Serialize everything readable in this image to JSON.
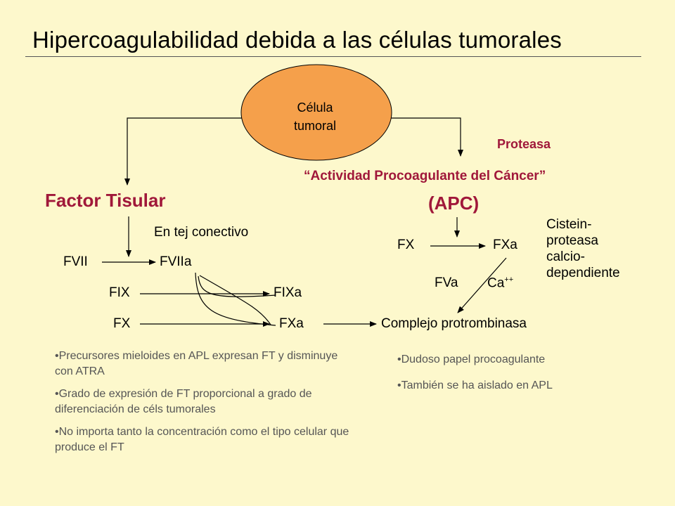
{
  "title": "Hipercoagulabilidad debida a las células  tumorales",
  "cell": {
    "line1": "Célula",
    "line2": "tumoral"
  },
  "left": {
    "heading": "Factor Tisular",
    "site": "En tej conectivo",
    "fvii": "FVII",
    "fviia": "FVIIa",
    "fix": "FIX",
    "fixa": "FIXa",
    "fx": "FX",
    "fxa": "FXa",
    "bullets": [
      "•Precursores mieloides en APL expresan FT y disminuye con ATRA",
      "•Grado de expresión de FT proporcional a grado de diferenciación de céls tumorales",
      "•No importa tanto la concentración como el tipo celular que produce el FT"
    ]
  },
  "right": {
    "protease": "Proteasa",
    "activity": "“Actividad Procoagulante del Cáncer”",
    "apc": "(APC)",
    "fx": "FX",
    "fxa": "FXa",
    "fva": "FVa",
    "ca": "Ca",
    "ca_sup": "++",
    "desc": [
      "Cistein-",
      "proteasa",
      "calcio-",
      "dependiente"
    ],
    "complex": "Complejo  protrombinasa",
    "bullets": [
      "•Dudoso papel procoagulante",
      "•También se ha aislado en APL"
    ]
  },
  "colors": {
    "background": "#FDF8CC",
    "ellipse": "#F5A04B",
    "accent": "#A0183A",
    "bullet_text": "#555555"
  }
}
